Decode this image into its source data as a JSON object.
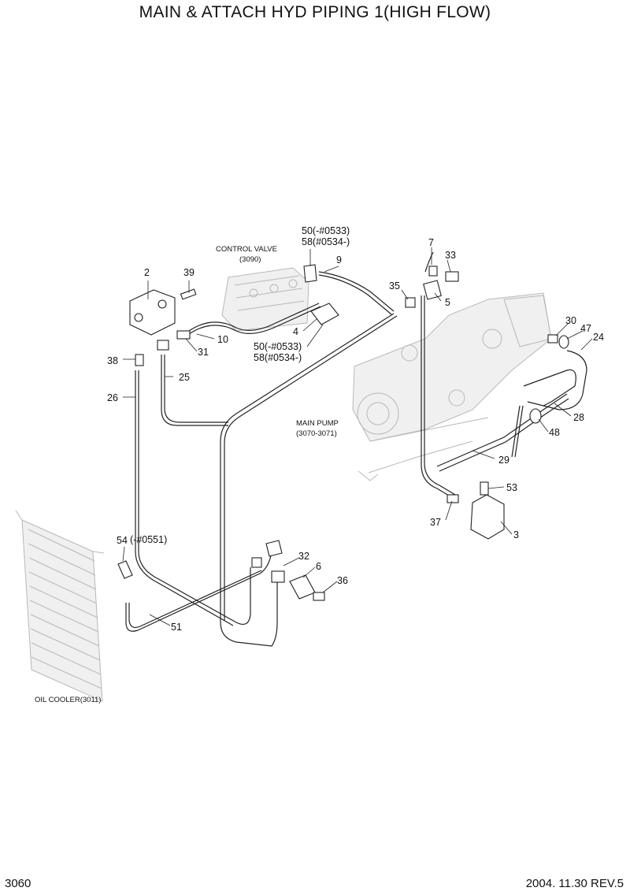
{
  "title": "MAIN & ATTACH HYD PIPING 1(HIGH FLOW)",
  "page_number": "3060",
  "revision": "2004. 11.30 REV.5",
  "references": {
    "control_valve": {
      "name": "CONTROL VALVE",
      "code": "(3090)"
    },
    "main_pump": {
      "name": "MAIN PUMP",
      "code": "(3070-3071)"
    },
    "oil_cooler": {
      "name": "OIL COOLER(3011)"
    }
  },
  "callouts": {
    "p2": "2",
    "p39": "39",
    "p38": "38",
    "p26": "26",
    "p25": "25",
    "p31": "31",
    "p10": "10",
    "p4": "4",
    "p50a": "50(-#0533)",
    "p58a": "58(#0534-)",
    "p50b": "50(-#0533)",
    "p58b": "58(#0534-)",
    "p9": "9",
    "p7": "7",
    "p33": "33",
    "p35": "35",
    "p5": "5",
    "p30": "30",
    "p47": "47",
    "p24": "24",
    "p28": "28",
    "p48": "48",
    "p29": "29",
    "p53": "53",
    "p37": "37",
    "p3": "3",
    "p54": "54",
    "p54note": "(-#0551)",
    "p32": "32",
    "p6": "6",
    "p36": "36",
    "p51": "51"
  }
}
